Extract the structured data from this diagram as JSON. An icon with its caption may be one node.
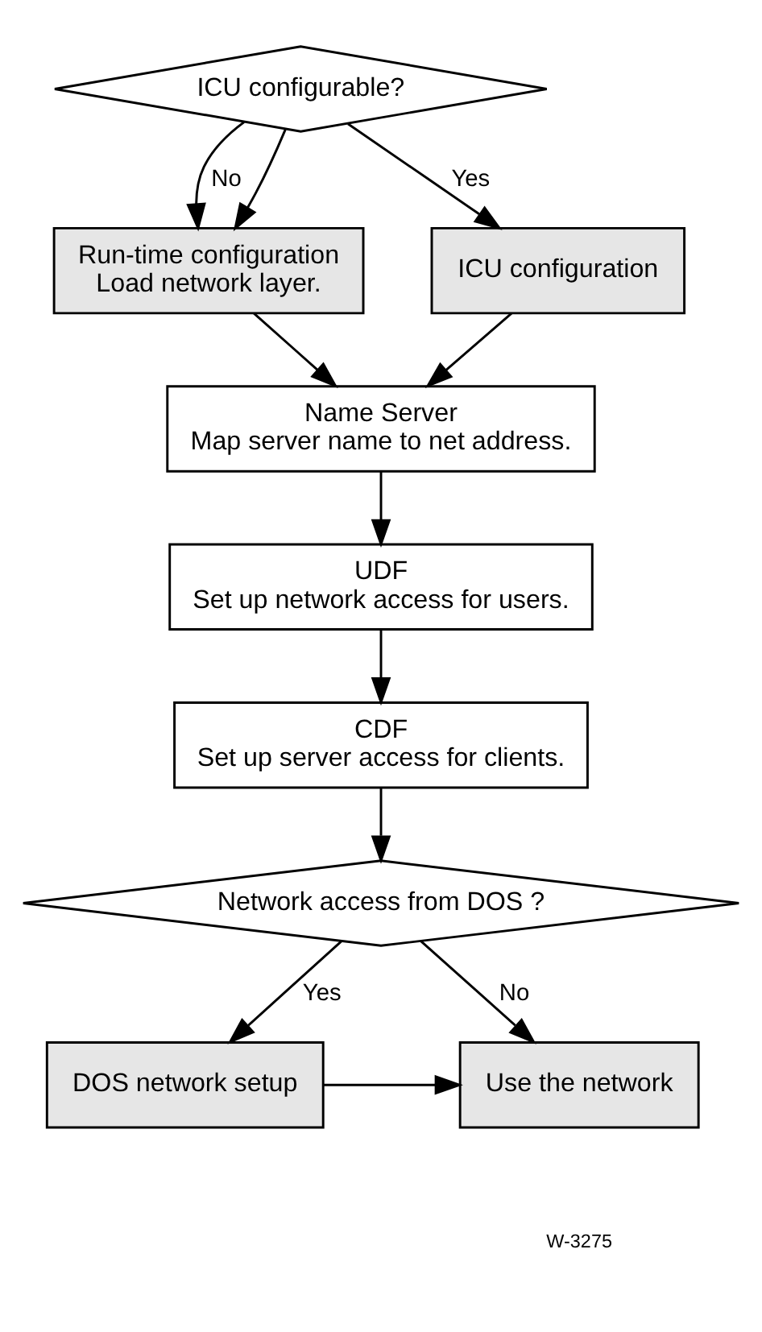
{
  "diagram": {
    "nodes": [
      {
        "text": [
          "ICU configurable?"
        ]
      },
      {
        "text": [
          "Run-time configuration",
          "Load network layer."
        ]
      },
      {
        "text": [
          "ICU configuration"
        ]
      },
      {
        "text": [
          "Name Server",
          "Map server name to net address."
        ]
      },
      {
        "text": [
          "UDF",
          "Set up network access for users."
        ]
      },
      {
        "text": [
          "CDF",
          "Set up server access for clients."
        ]
      },
      {
        "text": [
          "Network access from DOS ?"
        ]
      },
      {
        "text": [
          "DOS network setup"
        ]
      },
      {
        "text": [
          "Use the network"
        ]
      }
    ],
    "edges": [
      {
        "from": 0,
        "to": 1,
        "arrow": "to",
        "label": "No"
      },
      {
        "from": 0,
        "to": 2,
        "arrow": "to",
        "label": "Yes"
      },
      {
        "from": 0,
        "to": 1,
        "arrow": "to"
      },
      {
        "from": 1,
        "to": 3,
        "arrow": "to"
      },
      {
        "from": 2,
        "to": 3,
        "arrow": "to"
      },
      {
        "from": 3,
        "to": 4,
        "arrow": "to"
      },
      {
        "from": 4,
        "to": 5,
        "arrow": "to"
      },
      {
        "from": 5,
        "to": 6,
        "arrow": "to"
      },
      {
        "from": 6,
        "to": 7,
        "arrow": "to",
        "label": "Yes"
      },
      {
        "from": 6,
        "to": 8,
        "arrow": "to",
        "label": "No"
      },
      {
        "from": 7,
        "to": 8,
        "arrow": "to"
      }
    ],
    "labels": [
      "W-3275"
    ]
  }
}
